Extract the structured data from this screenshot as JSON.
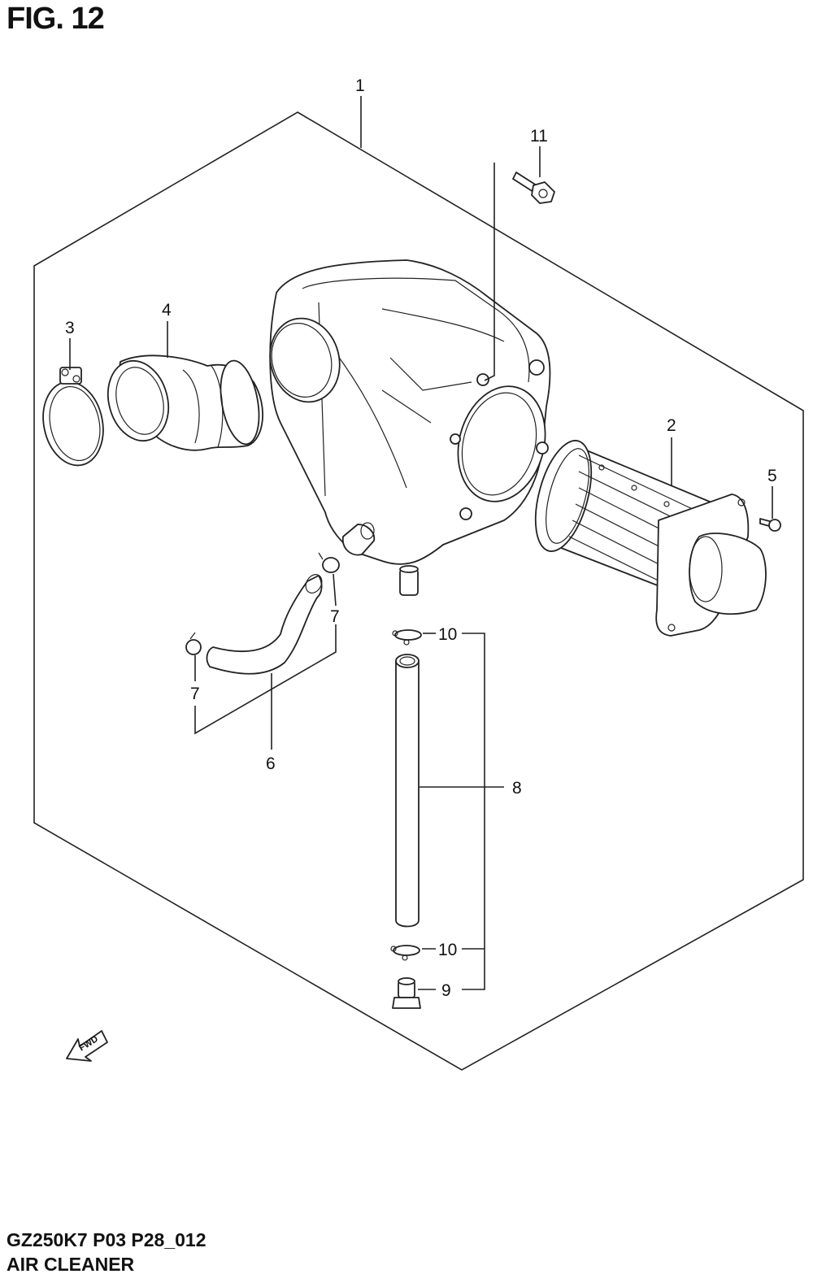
{
  "figure": {
    "title": "FIG. 12",
    "model_code": "GZ250K7 P03 P28_012",
    "name": "AIR CLEANER",
    "direction_label": "FWD"
  },
  "callouts": [
    "1",
    "2",
    "3",
    "4",
    "5",
    "6",
    "7",
    "7",
    "8",
    "9",
    "10",
    "10",
    "11"
  ],
  "colors": {
    "line": "#222222",
    "background": "#ffffff"
  }
}
